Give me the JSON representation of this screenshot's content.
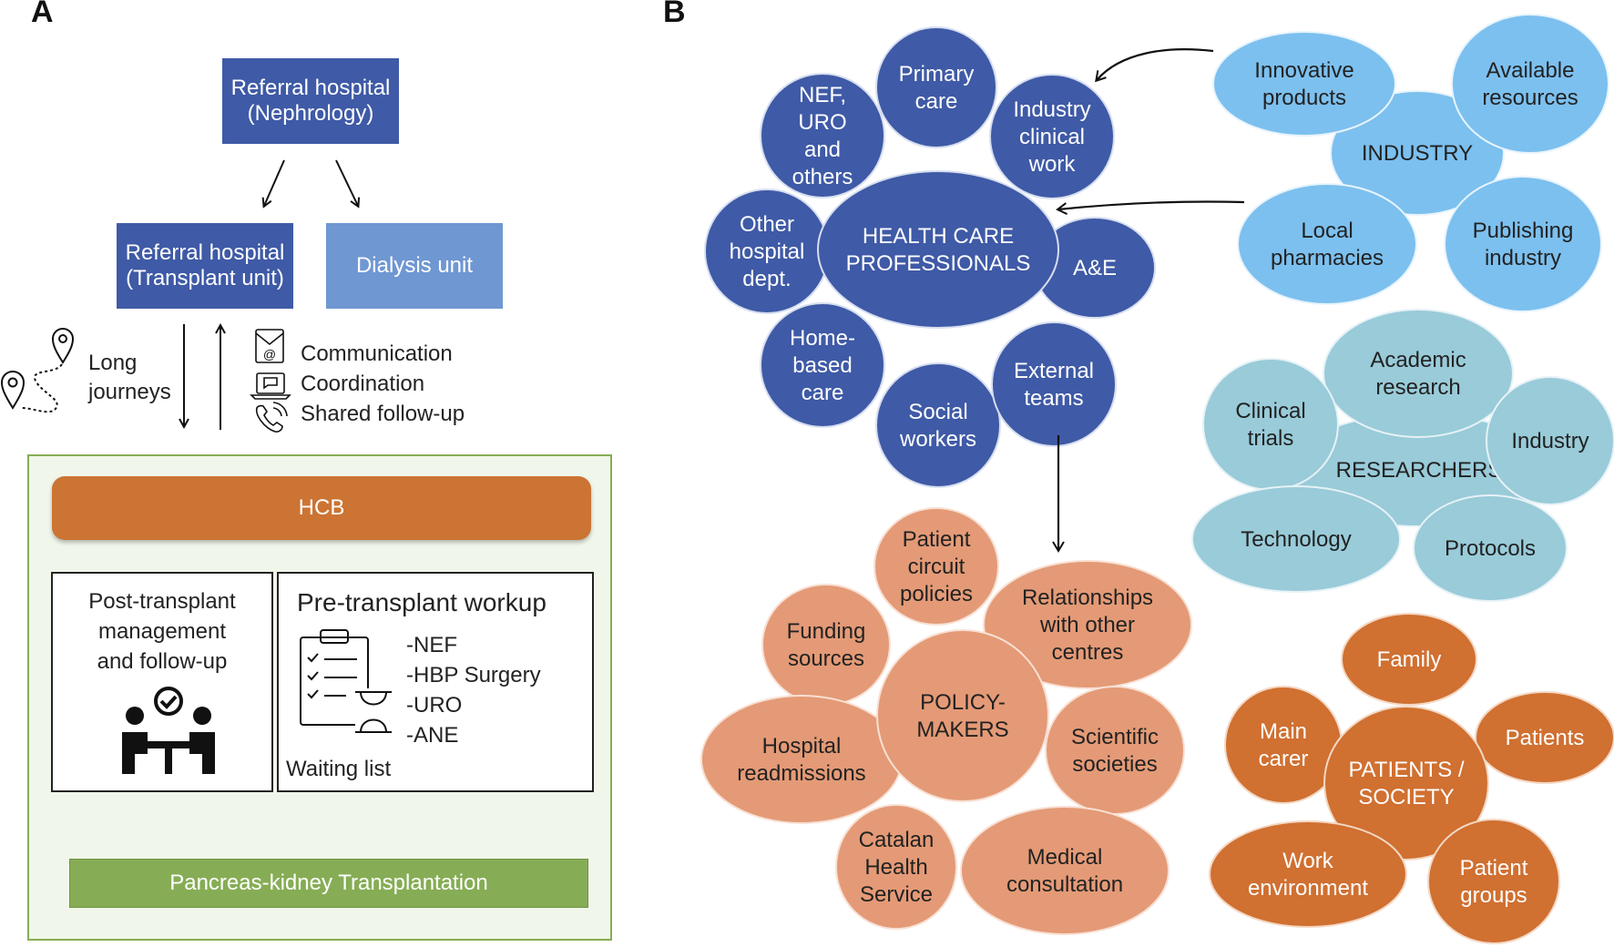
{
  "panel_a": {
    "letter": "A",
    "referral_nephrology": [
      "Referral hospital",
      "(Nephrology)"
    ],
    "referral_transplant": [
      "Referral hospital",
      "(Transplant unit)"
    ],
    "dialysis": "Dialysis unit",
    "long_journeys": [
      "Long",
      "journeys"
    ],
    "comm_items": [
      "Communication",
      "Coordination",
      "Shared follow-up"
    ],
    "hcb": "HCB",
    "post_transplant": [
      "Post-transplant",
      "management",
      "and follow-up"
    ],
    "pre_transplant_title": "Pre-transplant workup",
    "pre_transplant_items": [
      "-NEF",
      "-HBP Surgery",
      "-URO",
      "-ANE"
    ],
    "waiting_list": "Waiting list",
    "transplantation": "Pancreas-kidney Transplantation"
  },
  "panel_b": {
    "letter": "B",
    "health_care": {
      "center": [
        "HEALTH CARE",
        "PROFESSIONALS"
      ],
      "items": [
        [
          "Primary",
          "care"
        ],
        [
          "NEF,",
          "URO",
          "and",
          "others"
        ],
        [
          "Industry",
          "clinical",
          "work"
        ],
        [
          "Other",
          "hospital",
          "dept."
        ],
        [
          "A&E"
        ],
        [
          "Home-",
          "based",
          "care"
        ],
        [
          "Social",
          "workers"
        ],
        [
          "External",
          "teams"
        ]
      ]
    },
    "industry": {
      "center": [
        "INDUSTRY"
      ],
      "items": [
        [
          "Innovative",
          "products"
        ],
        [
          "Available",
          "resources"
        ],
        [
          "Local",
          "pharmacies"
        ],
        [
          "Publishing",
          "industry"
        ]
      ]
    },
    "researchers": {
      "center": [
        "RESEARCHERS"
      ],
      "items": [
        [
          "Academic",
          "research"
        ],
        [
          "Clinical",
          "trials"
        ],
        [
          "Industry"
        ],
        [
          "Technology"
        ],
        [
          "Protocols"
        ]
      ]
    },
    "policy": {
      "center": [
        "POLICY-",
        "MAKERS"
      ],
      "items": [
        [
          "Patient",
          "circuit",
          "policies"
        ],
        [
          "Funding",
          "sources"
        ],
        [
          "Relationships",
          "with other",
          "centres"
        ],
        [
          "Hospital",
          "readmissions"
        ],
        [
          "Scientific",
          "societies"
        ],
        [
          "Catalan",
          "Health",
          "Service"
        ],
        [
          "Medical",
          "consultation"
        ]
      ]
    },
    "patients": {
      "center": [
        "PATIENTS /",
        "SOCIETY"
      ],
      "items": [
        [
          "Family"
        ],
        [
          "Main",
          "carer"
        ],
        [
          "Patients"
        ],
        [
          "Work",
          "environment"
        ],
        [
          "Patient",
          "groups"
        ]
      ]
    }
  },
  "colors": {
    "dark_blue": "#3f5aa6",
    "light_blue": "#6f97d2",
    "industry_blue": "#7cc0ef",
    "research_teal": "#99cbd9",
    "policy_salmon": "#e49a76",
    "patients_orange": "#d07031",
    "hcb_orange": "#cc7433",
    "transplant_green": "#86ad55",
    "panel_bg": "#f1f6ea"
  }
}
